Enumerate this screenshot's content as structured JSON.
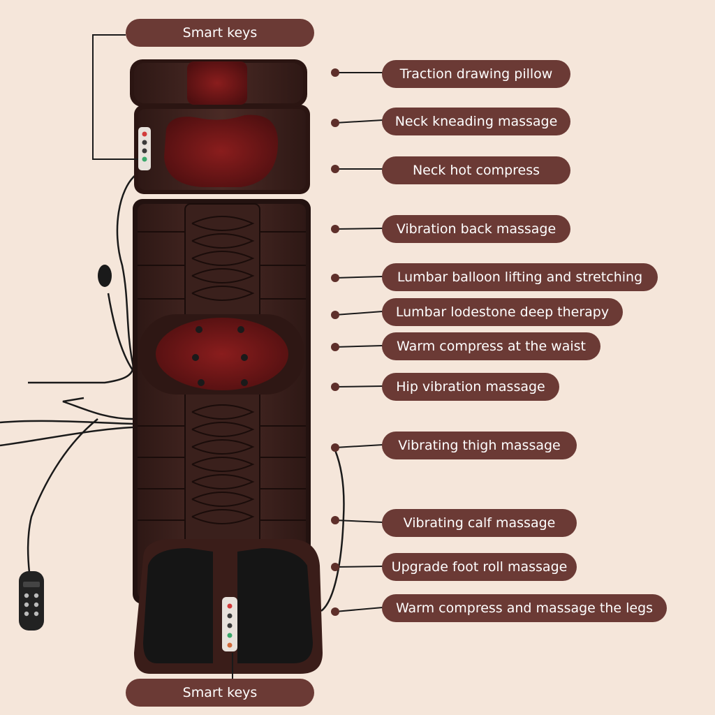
{
  "background_color": "#f5e6da",
  "pill_color": "#6b3a35",
  "product": "full-body massage mat",
  "top_callout": "Smart keys",
  "bottom_callout": "Smart keys",
  "features": [
    "Traction drawing pillow",
    "Neck kneading massage",
    "Neck hot compress",
    "Vibration back massage",
    "Lumbar balloon lifting and stretching",
    "Lumbar lodestone deep therapy",
    "Warm compress at the waist",
    "Hip vibration massage",
    "Vibrating thigh massage",
    "Vibrating calf massage",
    "Upgrade foot roll massage",
    "Warm compress and massage the legs"
  ]
}
